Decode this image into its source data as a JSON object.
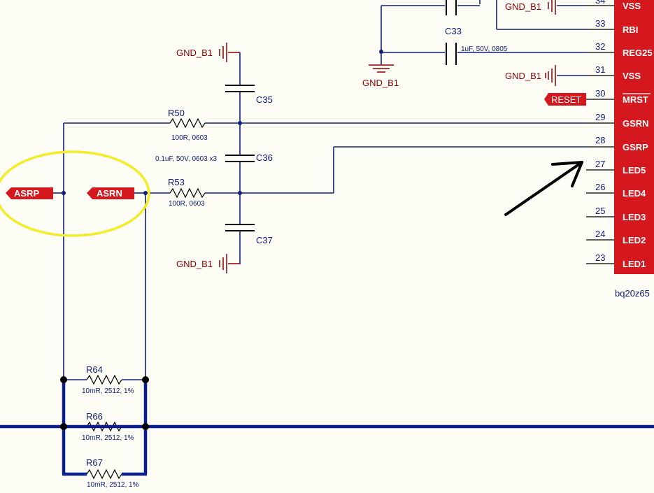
{
  "ic": {
    "name": "bq20z65",
    "color": "#d4181e",
    "pins": [
      {
        "num": "34",
        "name": "VSS"
      },
      {
        "num": "33",
        "name": "RBI"
      },
      {
        "num": "32",
        "name": "REG25"
      },
      {
        "num": "31",
        "name": "VSS"
      },
      {
        "num": "30",
        "name": "MRST"
      },
      {
        "num": "29",
        "name": "GSRN"
      },
      {
        "num": "28",
        "name": "GSRP"
      },
      {
        "num": "27",
        "name": "LED5"
      },
      {
        "num": "26",
        "name": "LED4"
      },
      {
        "num": "25",
        "name": "LED3"
      },
      {
        "num": "24",
        "name": "LED2"
      },
      {
        "num": "23",
        "name": "LED1"
      }
    ]
  },
  "ports": {
    "asrp": "ASRP",
    "asrn": "ASRN",
    "reset": "RESET"
  },
  "ground_label": "GND_B1",
  "components": {
    "c33": {
      "ref": "C33",
      "value": "1uF, 50V, 0805"
    },
    "c35": {
      "ref": "C35"
    },
    "c36": {
      "ref": "C36",
      "value": "0.1uF, 50V, 0603 x3"
    },
    "c37": {
      "ref": "C37"
    },
    "r50": {
      "ref": "R50",
      "value": "100R, 0603"
    },
    "r53": {
      "ref": "R53",
      "value": "100R, 0603"
    },
    "r64": {
      "ref": "R64",
      "value": "10mR, 2512, 1%"
    },
    "r66": {
      "ref": "R66",
      "value": "10mR, 2512, 1%"
    },
    "r67": {
      "ref": "R67",
      "value": "10mR, 2512, 1%"
    }
  },
  "annotations": {
    "highlight_color": "#f2ec2a",
    "arrow_color": "#000000"
  },
  "colors": {
    "wire": "#10207a",
    "ground": "#8b0000",
    "background": "#fdfcf5"
  }
}
